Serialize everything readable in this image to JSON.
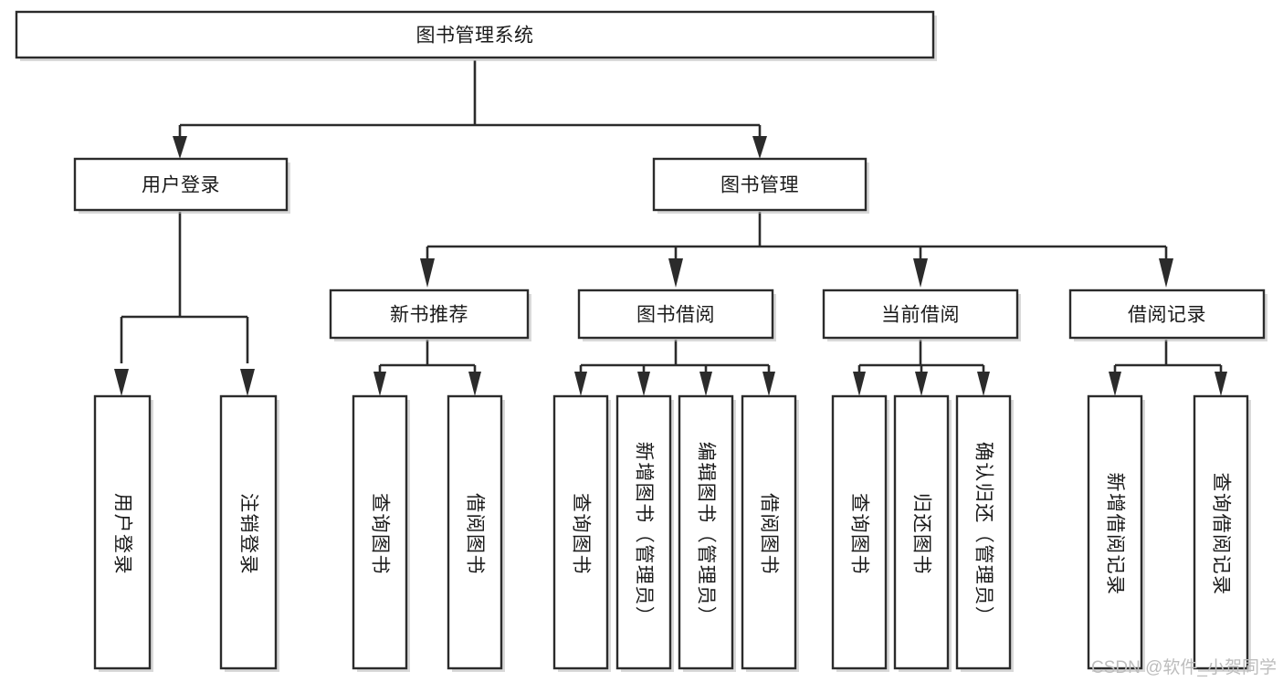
{
  "diagram": {
    "title": "图书管理系统",
    "type": "tree-hierarchy-chart",
    "watermark": "CSDN @软件_小贺同学",
    "colors": {
      "background": "#ffffff",
      "box_fill": "#ffffff",
      "box_stroke": "#2b2b2b",
      "connector": "#2b2b2b",
      "text": "#1a1a1a",
      "watermark": "#bdbdbd",
      "shadow": "#b9b9b9"
    },
    "nodes": {
      "root": {
        "label": "图书管理系统"
      },
      "level2": [
        {
          "id": "user-login",
          "label": "用户登录"
        },
        {
          "id": "book-management",
          "label": "图书管理"
        }
      ],
      "level3": [
        {
          "id": "new-book-recommend",
          "label": "新书推荐"
        },
        {
          "id": "book-borrow",
          "label": "图书借阅"
        },
        {
          "id": "current-borrow",
          "label": "当前借阅"
        },
        {
          "id": "borrow-record",
          "label": "借阅记录"
        }
      ],
      "leaves": {
        "user_login": [
          {
            "id": "leaf-user-login",
            "label": "用户登录"
          },
          {
            "id": "leaf-user-logout",
            "label": "注销登录"
          }
        ],
        "new_book_recommend": [
          {
            "id": "leaf-query-book-1",
            "label": "查询图书"
          },
          {
            "id": "leaf-borrow-book-1",
            "label": "借阅图书"
          }
        ],
        "book_borrow": [
          {
            "id": "leaf-query-book-2",
            "label": "查询图书"
          },
          {
            "id": "leaf-add-book",
            "label": "新增图书（管理员）"
          },
          {
            "id": "leaf-edit-book",
            "label": "编辑图书（管理员）"
          },
          {
            "id": "leaf-borrow-book-2",
            "label": "借阅图书"
          }
        ],
        "current_borrow": [
          {
            "id": "leaf-query-book-3",
            "label": "查询图书"
          },
          {
            "id": "leaf-return-book",
            "label": "归还图书"
          },
          {
            "id": "leaf-confirm-return",
            "label": "确认归还（管理员）"
          }
        ],
        "borrow_record": [
          {
            "id": "leaf-add-record",
            "label": "新增借阅记录"
          },
          {
            "id": "leaf-query-record",
            "label": "查询借阅记录"
          }
        ]
      }
    }
  }
}
